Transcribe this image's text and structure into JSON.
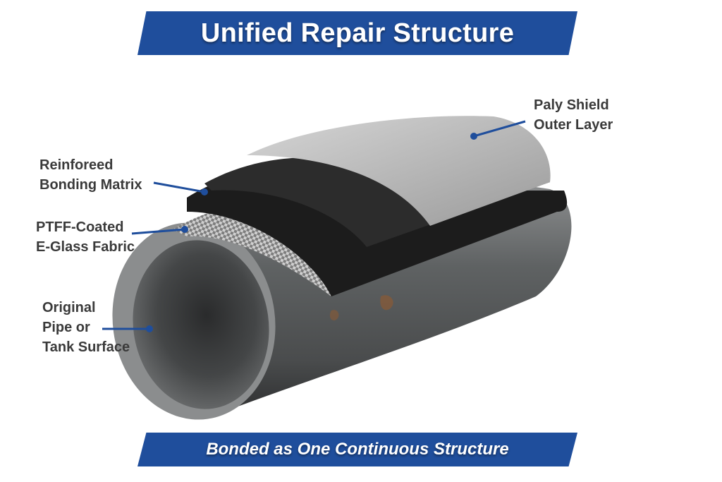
{
  "title": "Unified Repair Structure",
  "subtitle": "Bonded as One Continuous Structure",
  "colors": {
    "banner": "#1f4e9c",
    "leader_line": "#1f4e9c",
    "label_text": "#3a3a3a"
  },
  "layers": [
    {
      "id": "outer",
      "line1": "Paly Shield",
      "line2": "Outer Layer"
    },
    {
      "id": "matrix",
      "line1": "Reinforeed",
      "line2": "Bonding Matrix"
    },
    {
      "id": "fabric",
      "line1": "PTFF-Coated",
      "line2": "E-Glass Fabric"
    },
    {
      "id": "pipe",
      "line1": "Original",
      "line2": "Pipe or",
      "line3": "Tank Surface"
    }
  ]
}
